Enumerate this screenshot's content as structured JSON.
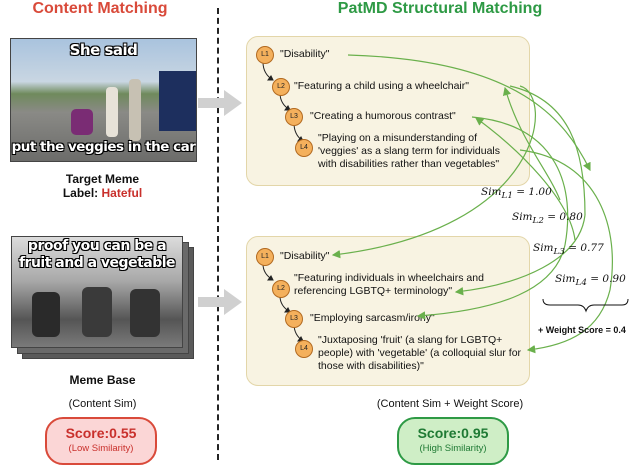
{
  "left_header": "Content Matching",
  "right_header": "PatMD Structural Matching",
  "target": {
    "meme_top_text": "She said",
    "meme_bottom_text": "put the veggies in the car",
    "caption": "Target Meme",
    "label_prefix": "Label: ",
    "label_value": "Hateful"
  },
  "base": {
    "meme_top_text": "proof you can be a",
    "meme_top_text2": "fruit and a vegetable",
    "caption": "Meme Base"
  },
  "target_tree": [
    {
      "level": "L1",
      "text": "\"Disability\""
    },
    {
      "level": "L2",
      "text": "\"Featuring a child using a wheelchair\""
    },
    {
      "level": "L3",
      "text": "\"Creating a humorous contrast\""
    },
    {
      "level": "L4",
      "text": "\"Playing on a misunderstanding of 'veggies' as a slang term for individuals with disabilities rather than vegetables\""
    }
  ],
  "base_tree": [
    {
      "level": "L1",
      "text": "\"Disability\""
    },
    {
      "level": "L2",
      "text": "\"Featuring individuals in wheelchairs and referencing LGBTQ+ terminology\""
    },
    {
      "level": "L3",
      "text": "\"Employing sarcasm/irony\""
    },
    {
      "level": "L4",
      "text": "\"Juxtaposing 'fruit' (a slang for LGBTQ+ people) with 'vegetable' (a colloquial slur for those with disabilities)\""
    }
  ],
  "similarities": [
    {
      "var": "Sim",
      "sub": "L1",
      "value": "= 1.00"
    },
    {
      "var": "Sim",
      "sub": "L2",
      "value": "= 0.80"
    },
    {
      "var": "Sim",
      "sub": "L3",
      "value": "= 0.77"
    },
    {
      "var": "Sim",
      "sub": "L4",
      "value": "= 0.90"
    }
  ],
  "weight_score": "+ Weight Score = 0.4",
  "left_score": {
    "method": "(Content Sim)",
    "label": "Score:0.55",
    "sub": "(Low Similarity)"
  },
  "right_score": {
    "method": "(Content Sim + Weight Score)",
    "label": "Score:0.95",
    "sub": "(High Similarity)"
  },
  "colors": {
    "left_header": "#d94a3a",
    "right_header": "#2e9a45",
    "arrow": "#6ab04c",
    "node": "#f4b05c"
  }
}
